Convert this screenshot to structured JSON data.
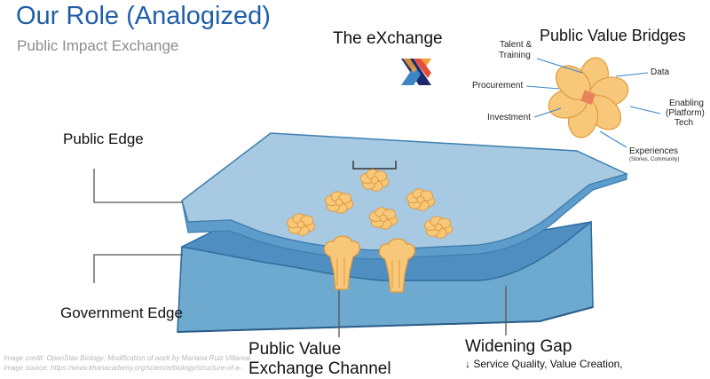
{
  "slide": {
    "title": "Our Role (Analogized)",
    "subtitle": "Public Impact Exchange"
  },
  "labels": {
    "exchange": "The eXchange",
    "public_edge": "Public Edge",
    "government_edge": "Government Edge",
    "channel_line1": "Public Value",
    "channel_line2": "Exchange Channel",
    "gap_title": "Widening Gap",
    "gap_sub": "↓ Service Quality, Value Creation,"
  },
  "bridges": {
    "title": "Public Value Bridges",
    "talent_line1": "Talent &",
    "talent_line2": "Training",
    "data": "Data",
    "procurement": "Procurement",
    "enabling_line1": "Enabling",
    "enabling_line2": "(Platform)",
    "enabling_line3": "Tech",
    "investment": "Investment",
    "experiences": "Experiences",
    "experiences_sub": "(Stories, Community)"
  },
  "credit": {
    "line1": "Image credit: OpenStax Biology; Modification of work by Mariana Ruiz Villareal.",
    "line2": "Image source: https://www.khanacademy.org/science/biology/structure-of-a-"
  },
  "colors": {
    "title_blue": "#1f5fa8",
    "membrane_top": "#a7c9e2",
    "membrane_bottom": "#6ea9cf",
    "flower_fill": "#f7c87a",
    "flower_stroke": "#e29a3c",
    "flower_center": "#e8845c",
    "callout_blue": "#3d86c6"
  }
}
